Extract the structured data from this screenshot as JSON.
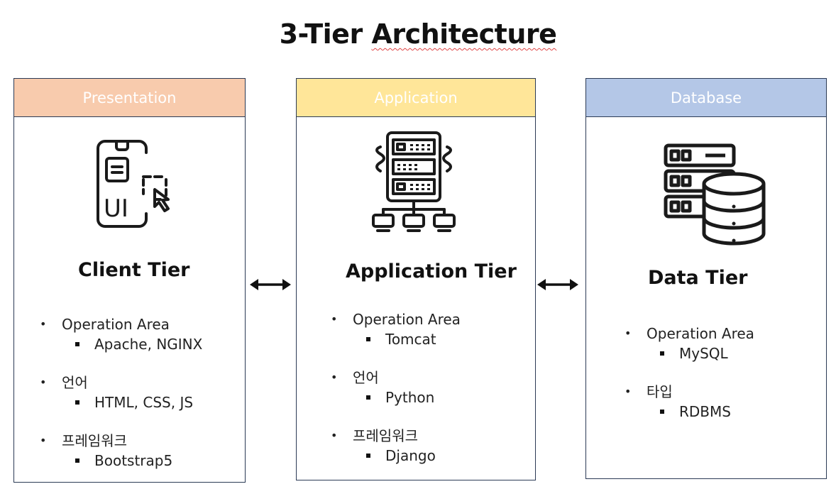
{
  "title": {
    "text": "3-Tier",
    "underlined": "Architecture"
  },
  "tiers": [
    {
      "header": "Presentation",
      "header_color": "#F8CBAD",
      "icon": "mobile-ui-click-icon",
      "name": "Client Tier",
      "groups": [
        {
          "label": "Operation Area",
          "items": [
            "Apache, NGINX"
          ]
        },
        {
          "label": "언어",
          "items": [
            "HTML, CSS, JS"
          ]
        },
        {
          "label": "프레임워크",
          "items": [
            "Bootstrap5"
          ]
        }
      ]
    },
    {
      "header": "Application",
      "header_color": "#FFE699",
      "icon": "server-rack-network-icon",
      "name": "Application Tier",
      "groups": [
        {
          "label": "Operation Area",
          "items": [
            "Tomcat"
          ]
        },
        {
          "label": "언어",
          "items": [
            "Python"
          ]
        },
        {
          "label": "프레임워크",
          "items": [
            "Django"
          ]
        }
      ]
    },
    {
      "header": "Database",
      "header_color": "#B4C7E7",
      "icon": "database-server-icon",
      "name": "Data Tier",
      "groups": [
        {
          "label": "Operation Area",
          "items": [
            "MySQL"
          ]
        },
        {
          "label": "타입",
          "items": [
            "RDBMS"
          ]
        }
      ]
    }
  ],
  "connectors": [
    "double-arrow-icon",
    "double-arrow-icon"
  ]
}
